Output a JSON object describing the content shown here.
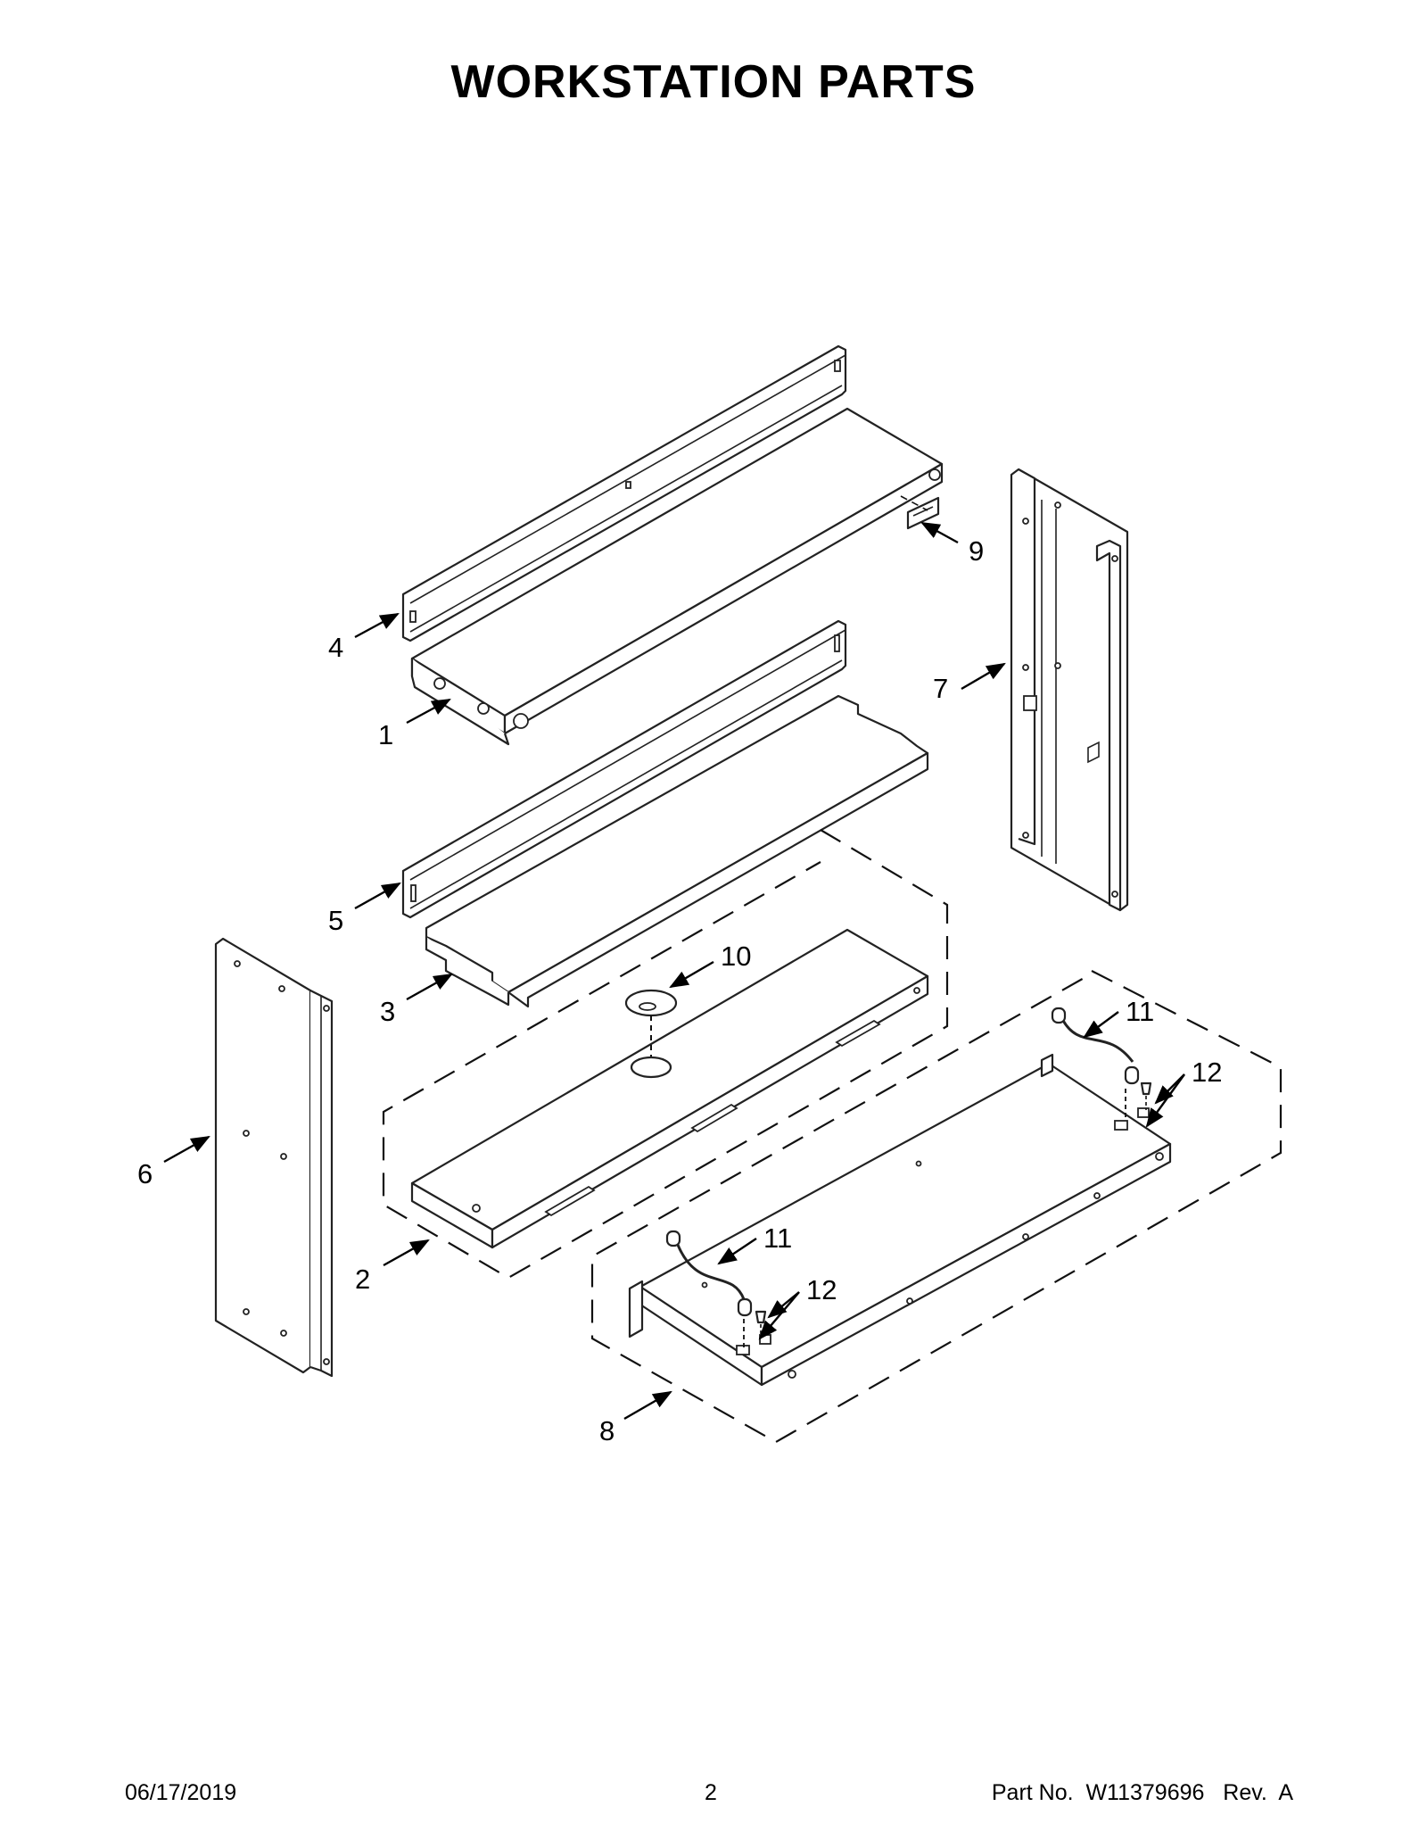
{
  "title": "WORKSTATION PARTS",
  "callouts": [
    {
      "id": "c1",
      "label": "1"
    },
    {
      "id": "c2",
      "label": "2"
    },
    {
      "id": "c3",
      "label": "3"
    },
    {
      "id": "c4",
      "label": "4"
    },
    {
      "id": "c5",
      "label": "5"
    },
    {
      "id": "c6",
      "label": "6"
    },
    {
      "id": "c7",
      "label": "7"
    },
    {
      "id": "c8",
      "label": "8"
    },
    {
      "id": "c9",
      "label": "9"
    },
    {
      "id": "c10",
      "label": "10"
    },
    {
      "id": "c11a",
      "label": "11"
    },
    {
      "id": "c11b",
      "label": "11"
    },
    {
      "id": "c12a",
      "label": "12"
    },
    {
      "id": "c12b",
      "label": "12"
    }
  ],
  "footer": {
    "date": "06/17/2019",
    "page": "2",
    "part_no": "Part No.  W11379696   Rev.  A"
  }
}
